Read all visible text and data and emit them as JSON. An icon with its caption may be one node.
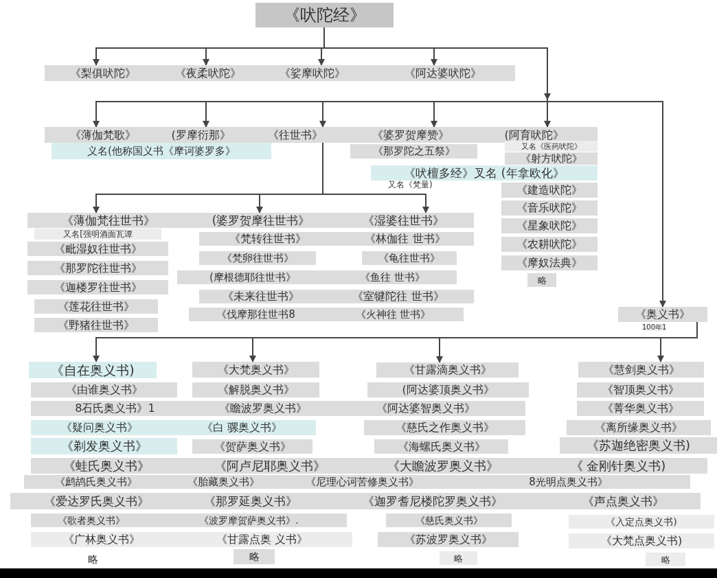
{
  "diagram": {
    "nodes": [
      {
        "text": [
          "《吠陀经》"
        ]
      },
      {
        "text": [
          "《梨俱吠陀》"
        ]
      },
      {
        "text": [
          "《夜柔吠陀》"
        ]
      },
      {
        "text": [
          "《娑摩吠陀》"
        ]
      },
      {
        "text": [
          "《阿达婆吠陀》"
        ]
      },
      {
        "text": [
          "《薄伽梵歌》"
        ]
      },
      {
        "text": [
          "(罗摩衍那》"
        ]
      },
      {
        "text": [
          "《往世书》"
        ]
      },
      {
        "text": [
          "《婆罗贺摩赞》"
        ]
      },
      {
        "text": [
          "(阿育吠陀》"
        ]
      },
      {
        "text": [
          "义名(他称国义书《摩诃婆罗多》"
        ]
      },
      {
        "text": [
          "《那罗陀之五祭》"
        ]
      },
      {
        "text": [
          "又名《医药吠陀》"
        ]
      },
      {
        "text": [
          "《射方吠陀》"
        ]
      },
      {
        "text": [
          "《吠檀多经》叉名 (年拿欧化》"
        ]
      },
      {
        "text": [
          "《建造吠陀》"
        ]
      },
      {
        "text": [
          "《音乐吠陀》"
        ]
      },
      {
        "text": [
          "《星象吠陀》"
        ]
      },
      {
        "text": [
          "《农耕吠陀》"
        ]
      },
      {
        "text": [
          "《摩奴法典》"
        ]
      },
      {
        "text": [
          "略"
        ]
      },
      {
        "text": [
          "《薄伽梵往世书》"
        ]
      },
      {
        "text": [
          "(婆罗贺摩往世书》"
        ]
      },
      {
        "text": [
          "《湿婆往世书》"
        ]
      },
      {
        "text": [
          "又名[强明酒面瓦谭"
        ]
      },
      {
        "text": [
          "《毗湿奴往世书》"
        ]
      },
      {
        "text": [
          "《那罗陀往世书》"
        ]
      },
      {
        "text": [
          "《迦楼罗往世书》"
        ]
      },
      {
        "text": [
          "《莲花往世书》"
        ]
      },
      {
        "text": [
          "《野猪往世书》"
        ]
      },
      {
        "text": [
          "《梵转往世书》"
        ]
      },
      {
        "text": [
          "《林伽往 世书》"
        ]
      },
      {
        "text": [
          "《梵卵往世书》"
        ]
      },
      {
        "text": [
          "《龟往世书》"
        ]
      },
      {
        "text": [
          "(摩根德耶往世书》"
        ]
      },
      {
        "text": [
          "《鱼往 世书》"
        ]
      },
      {
        "text": [
          "《未来往世书》"
        ]
      },
      {
        "text": [
          "《室犍陀往 世书》"
        ]
      },
      {
        "text": [
          "《伐摩那往世书8"
        ]
      },
      {
        "text": [
          "《火神往 世书》"
        ]
      },
      {
        "text": [
          "《奥义书》"
        ],
        "beside": [
          "100年1"
        ]
      },
      {
        "text": [
          "《自在奥义书)"
        ]
      },
      {
        "text": [
          "《大梵奥义书》"
        ]
      },
      {
        "text": [
          "《甘露滴奥义书》"
        ]
      },
      {
        "text": [
          "《慧剑奥义书》"
        ]
      },
      {
        "text": [
          "《由谁奥义书》"
        ]
      },
      {
        "text": [
          "《解脱奥义书》"
        ]
      },
      {
        "text": [
          "(阿达婆顶奥义书》"
        ]
      },
      {
        "text": [
          "《智顶奥义书》"
        ]
      },
      {
        "text": [
          "8石氏奥义书》1"
        ]
      },
      {
        "text": [
          "《瞻波罗奥义书》"
        ]
      },
      {
        "text": [
          "《阿达婆智奥义书》"
        ]
      },
      {
        "text": [
          "《菁华奥义书》"
        ]
      },
      {
        "text": [
          "《疑问奥义书》"
        ]
      },
      {
        "text": [
          "《白 骡奥义书》"
        ]
      },
      {
        "text": [
          "《慈氏之作奥义书》"
        ]
      },
      {
        "text": [
          "《离所缘奥义书》"
        ]
      },
      {
        "text": [
          "《剃发奥义书》"
        ]
      },
      {
        "text": [
          "《贺萨奥义书》"
        ]
      },
      {
        "text": [
          "《海螺氏奥义书》"
        ]
      },
      {
        "text": [
          "《苏迦绝密奥义书)"
        ]
      },
      {
        "text": [
          "《蛙氏奥义书》"
        ]
      },
      {
        "text": [
          "《阿卢尼耶奥义书》"
        ]
      },
      {
        "text": [
          "《大瞻波罗奥义书》"
        ]
      },
      {
        "text": [
          "《 金刚针奥义书)"
        ]
      },
      {
        "text": [
          "《鹧鸪氏奥义书》"
        ]
      },
      {
        "text": [
          "《胎藏奥义书》"
        ]
      },
      {
        "text": [
          "《尼理心诃苦修奥义书》"
        ]
      },
      {
        "text": [
          "8光明点奥义书》"
        ]
      },
      {
        "text": [
          "《爱达罗氏奥义书》"
        ]
      },
      {
        "text": [
          "《那罗延奥义书》"
        ]
      },
      {
        "text": [
          "《迦罗耆尼楼陀罗奥义书》"
        ]
      },
      {
        "text": [
          "《声点奥义书》"
        ]
      },
      {
        "text": [
          "《歌者奥义书》"
        ]
      },
      {
        "text": [
          "《波罗摩贺萨奥义书》."
        ]
      },
      {
        "text": [
          "《慈氏奥义书》"
        ]
      },
      {
        "text": [
          "《入定点奥义书)"
        ]
      },
      {
        "text": [
          "《广林奥义书》"
        ]
      },
      {
        "text": [
          "《甘露点奥 义书》"
        ]
      },
      {
        "text": [
          "《苏波罗奥义书》"
        ]
      },
      {
        "text": [
          "《大梵点奥义书)"
        ]
      },
      {
        "text": [
          "略"
        ]
      },
      {
        "text": [
          "略"
        ]
      },
      {
        "text": [
          "略"
        ]
      },
      {
        "text": [
          "略"
        ]
      },
      {
        "text": [],
        "shape": "bar"
      }
    ],
    "edges": [
      {
        "from": 0,
        "to": 1,
        "arrow": "to"
      },
      {
        "from": 0,
        "to": 2,
        "arrow": "to"
      },
      {
        "from": 0,
        "to": 3,
        "arrow": "to"
      },
      {
        "from": 0,
        "to": 4,
        "arrow": "to"
      },
      {
        "from": 0,
        "to": 5,
        "arrow": "to"
      },
      {
        "from": 0,
        "to": 6,
        "arrow": "to"
      },
      {
        "from": 0,
        "to": 7,
        "arrow": "to"
      },
      {
        "from": 0,
        "to": 8,
        "arrow": "to"
      },
      {
        "from": 0,
        "to": 9,
        "arrow": "to"
      },
      {
        "from": 0,
        "to": 40,
        "arrow": "to"
      },
      {
        "from": 7,
        "to": 21,
        "arrow": "to"
      },
      {
        "from": 7,
        "to": 22,
        "arrow": "to"
      },
      {
        "from": 7,
        "to": 23,
        "arrow": "to"
      },
      {
        "from": 40,
        "to": 41,
        "arrow": "to"
      },
      {
        "from": 40,
        "to": 42,
        "arrow": "to"
      },
      {
        "from": 40,
        "to": 43,
        "arrow": "to"
      },
      {
        "from": 40,
        "to": 44,
        "arrow": "to"
      }
    ],
    "labels": [
      "又名《梵量)"
    ]
  }
}
